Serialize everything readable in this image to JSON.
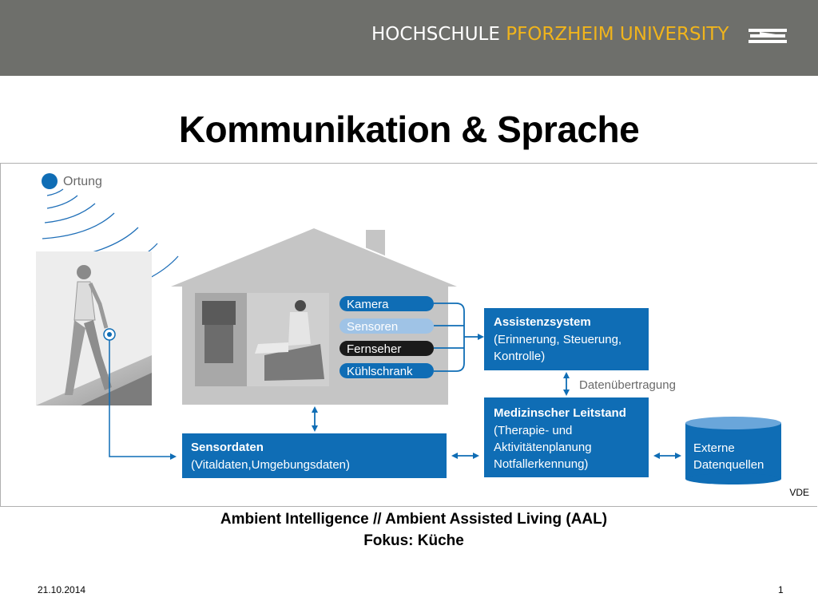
{
  "header": {
    "logo_part1": "HOCHSCHULE ",
    "logo_part2": "PFORZHEIM UNIVERSITY",
    "logo_icon": "flag-stripes-icon"
  },
  "slide_title": "Kommunikation & Sprache",
  "diagram": {
    "ortung_label": "Ortung",
    "house_items": [
      "Kamera",
      "Sensoren",
      "Fernseher",
      "Kühlschrank"
    ],
    "assist_title": "Assistenzsystem",
    "assist_lines": [
      "(Erinnerung, Steuerung,",
      "Kontrolle)"
    ],
    "transfer_label": "Datenübertragung",
    "med_title": "Medizinscher Leitstand",
    "med_lines": [
      "(Therapie- und",
      "Aktivitätenplanung",
      "Notfallerkennung)"
    ],
    "sensor_title": "Sensordaten",
    "sensor_line": "(Vitaldaten,Umgebungsdaten)",
    "external_lines": [
      "Externe",
      "Datenquellen"
    ],
    "source_label": "VDE",
    "colors": {
      "blue": "#0f6db5",
      "light_blue": "#9fc3e6",
      "dark": "#1a1a1a",
      "house": "#c5c5c5"
    }
  },
  "caption": {
    "line1": "Ambient Intelligence // Ambient Assisted Living (AAL)",
    "line2": "Fokus: Küche"
  },
  "footer": {
    "date": "21.10.2014",
    "page": "1"
  }
}
